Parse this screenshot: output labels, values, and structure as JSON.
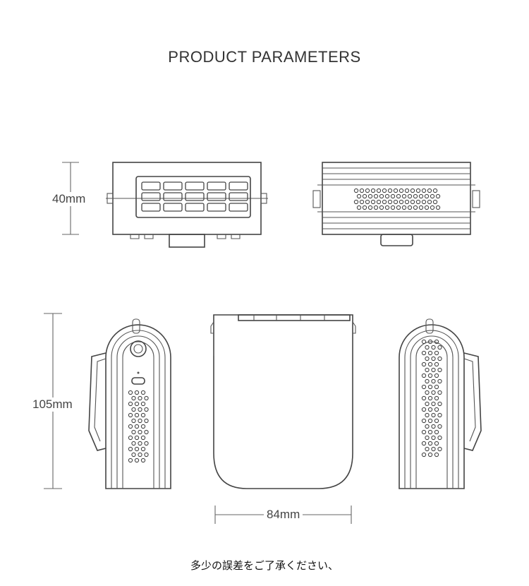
{
  "title": "PRODUCT PARAMETERS",
  "dimensions": {
    "height_small": "40mm",
    "height_large": "105mm",
    "width": "84mm"
  },
  "note": "多少の誤差をご了承ください、"
}
